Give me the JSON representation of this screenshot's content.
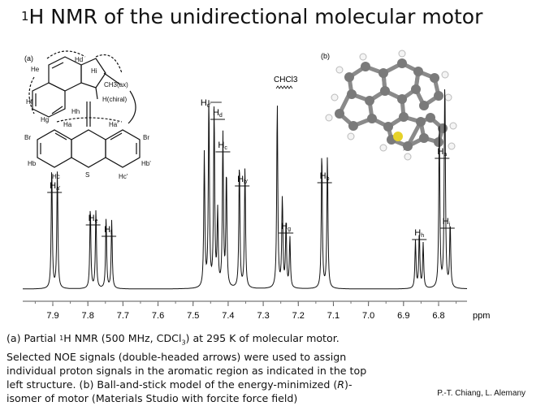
{
  "title": {
    "prefix": "1",
    "text": "H NMR of the unidirectional molecular motor"
  },
  "panels": {
    "a_label": "(a)",
    "b_label": "(b)"
  },
  "structure_labels": {
    "CH3_ax": "CH3(ax)",
    "H_chiral": "H(chiral)",
    "Br_left": "Br",
    "Br_right": "Br",
    "S": "S",
    "H_list": [
      "Hd",
      "He",
      "Hf",
      "Hg",
      "Hh",
      "Hi",
      "Ha",
      "Ha'",
      "Hb",
      "Hb'",
      "Hc",
      "Hc'"
    ]
  },
  "spectrum": {
    "x_unit": "ppm",
    "ticks": [
      "7.9",
      "7.8",
      "7.7",
      "7.6",
      "7.5",
      "7.4",
      "7.3",
      "7.2",
      "7.1",
      "7.0",
      "6.9",
      "6.8"
    ],
    "solvent_label": "CHCl3",
    "signals": [
      {
        "name": "Ha'",
        "ppm": 7.895,
        "height": 0.66
      },
      {
        "name": "He",
        "ppm": 7.785,
        "height": 0.44
      },
      {
        "name": "Hf",
        "ppm": 7.74,
        "height": 0.38
      },
      {
        "name": "Hc'",
        "ppm": 7.455,
        "height": 1.02
      },
      {
        "name": "Hd",
        "ppm": 7.44,
        "height": 0.97
      },
      {
        "name": "Hc",
        "ppm": 7.415,
        "height": 0.82
      },
      {
        "name": "Hb'",
        "ppm": 7.36,
        "height": 0.68
      },
      {
        "name": "Hg",
        "ppm": 7.235,
        "height": 0.34
      },
      {
        "name": "Hb",
        "ppm": 7.125,
        "height": 0.74
      },
      {
        "name": "Hh",
        "ppm": 6.855,
        "height": 0.3
      },
      {
        "name": "Ha",
        "ppm": 6.79,
        "height": 0.88
      },
      {
        "name": "Hi",
        "ppm": 6.775,
        "height": 0.36
      }
    ]
  },
  "caption": {
    "part1": "(a) Partial ",
    "sup": "1",
    "part2": "H NMR (500 MHz, CDCl",
    "sub": "3",
    "part3": ") at 295 K of molecular motor. Selected NOE signals (double-headed arrows) were used to assign individual proton signals in the aromatic region as indicated in the top left structure. (b) Ball-and-stick model of the energy-minimized (",
    "italic": "R",
    "part4": ")-isomer of motor (Materials Studio with forcite force field)"
  },
  "credit": "P.-T. Chiang, L. Alemany"
}
